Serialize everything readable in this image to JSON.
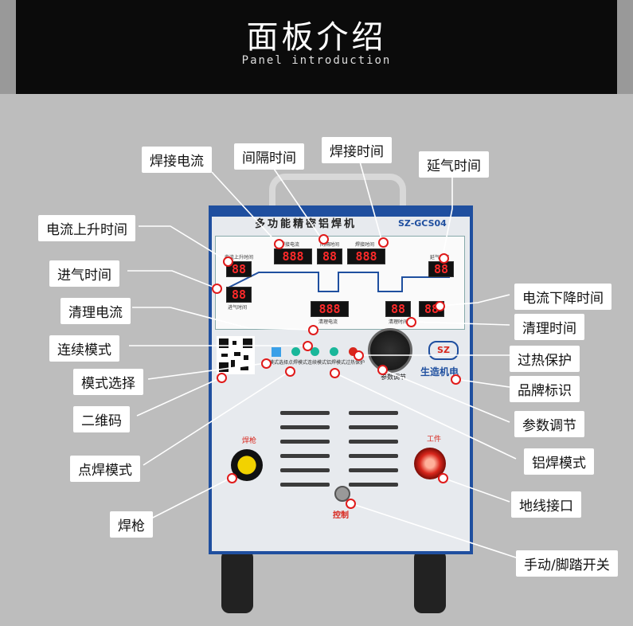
{
  "header": {
    "title": "面板介绍",
    "subtitle": "Panel introduction"
  },
  "machine": {
    "name": "多功能精密铝焊机",
    "model": "SZ-GCS04",
    "brand": "生造机电",
    "logo": "SZ",
    "gun_label": "焊枪",
    "work_label": "工件",
    "control_label": "控制",
    "knob_label": "参数调节",
    "displays": {
      "weld_current": "888",
      "interval_time": "88",
      "weld_time": "888",
      "post_gas": "88",
      "rise_time": "88",
      "pre_gas": "88",
      "clean_current": "888",
      "fall_time": "88",
      "clean_time": "88"
    },
    "panel_labels": {
      "weld_current": "焊接电流",
      "interval": "间隔时间",
      "weld_time": "焊接时间",
      "post_gas": "延气时间",
      "rise": "电流上升时间",
      "pre_gas": "进气时间",
      "clean_current": "清理电流",
      "clean_time": "清理时间",
      "mode_select": "模式选择",
      "spot_mode": "点焊模式",
      "cont_mode": "连续模式",
      "alu_mode": "铝焊模式",
      "overheat": "过热保护"
    }
  },
  "callouts": {
    "weld_current": "焊接电流",
    "interval_time": "间隔时间",
    "weld_time": "焊接时间",
    "post_gas": "延气时间",
    "rise_time": "电流上升时间",
    "fall_time": "电流下降时间",
    "pre_gas": "进气时间",
    "clean_current": "清理电流",
    "clean_time": "清理时间",
    "cont_mode": "连续模式",
    "overheat": "过热保护",
    "mode_select": "模式选择",
    "brand_logo": "品牌标识",
    "qr_code": "二维码",
    "param_adjust": "参数调节",
    "spot_mode": "点焊模式",
    "alu_mode": "铝焊模式",
    "ground_port": "地线接口",
    "gun": "焊枪",
    "switch": "手动/脚踏开关"
  },
  "colors": {
    "header_bg": "#0b0b0b",
    "page_bg": "#bdbdbd",
    "machine_frame": "#1f4f9f",
    "display_red": "#ff2a2a",
    "marker_red": "#e01a1a",
    "gun_yellow": "#f2d200",
    "ground_red": "#d8261c"
  }
}
